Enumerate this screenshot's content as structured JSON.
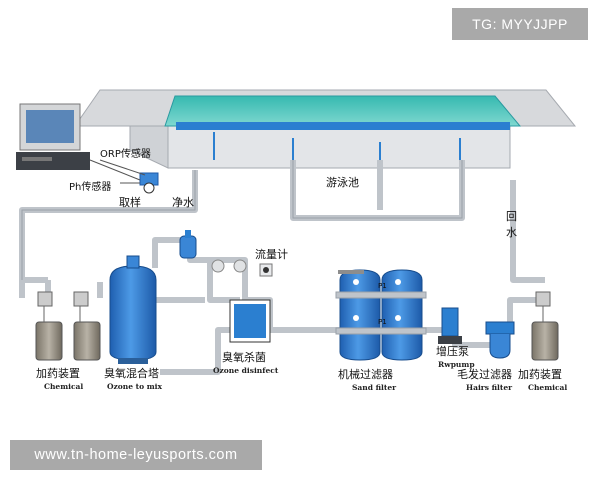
{
  "watermark": {
    "tg": "TG: MYYJJPP",
    "url": "www.tn-home-leyusports.com"
  },
  "labels": {
    "orp": "ORP传感器",
    "ph": "Ph传感器",
    "sampling": "取样",
    "clean_water": "净水",
    "pool": "游泳池",
    "return_water": "回",
    "return_water_2": "水",
    "flowmeter": "流量计",
    "ozone_disinfect_cn": "臭氧杀菌",
    "ozone_disinfect_en": "Ozone disinfect",
    "ozone_mix_cn": "臭氧混合塔",
    "ozone_mix_en": "Ozone to mix",
    "dosing_left_cn": "加药装置",
    "dosing_left_en": "Chemical",
    "sand_filter_cn": "机械过滤器",
    "sand_filter_en": "Sand filter",
    "booster_cn": "增压泵",
    "booster_en": "Rwpump",
    "hair_filter_cn": "毛发过滤器",
    "hair_filter_en": "Hairs filter",
    "dosing_right_cn": "加药装置",
    "dosing_right_en": "Chemical",
    "p1": "P1",
    "p2": "P1"
  },
  "colors": {
    "pipe": "#c8ccd2",
    "pipe_edge": "#9aa0a8",
    "blue": "#2b7fd0",
    "water": "#3cc0b4",
    "tank": "#3a86d6"
  }
}
